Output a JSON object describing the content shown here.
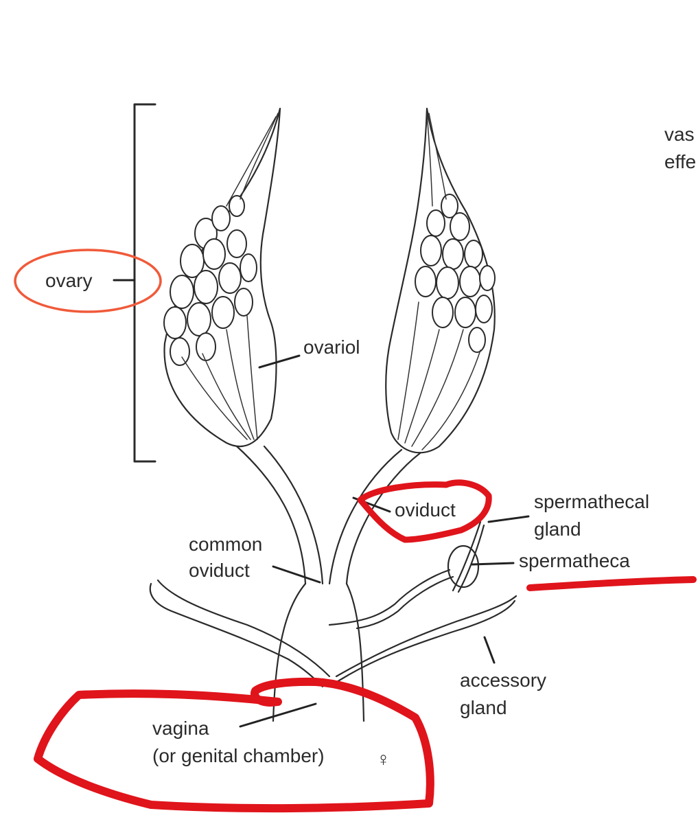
{
  "labels": {
    "ovary": "ovary",
    "ovariol": "ovariol",
    "oviduct": "oviduct",
    "spermathecal_line1": "spermathecal",
    "spermathecal_line2": "gland",
    "spermatheca": "spermatheca",
    "common_line1": "common",
    "common_line2": "oviduct",
    "accessory_line1": "accessory",
    "accessory_line2": "gland",
    "vagina_line1": "vagina",
    "vagina_line2": "(or genital chamber)",
    "sex_symbol": "♀",
    "cut_off_line1": "vas",
    "cut_off_line2": "effe"
  },
  "colors": {
    "ink": "#2a2a2a",
    "ovary_circle": "#f05a3a",
    "annotation_red": "#e0141b"
  }
}
